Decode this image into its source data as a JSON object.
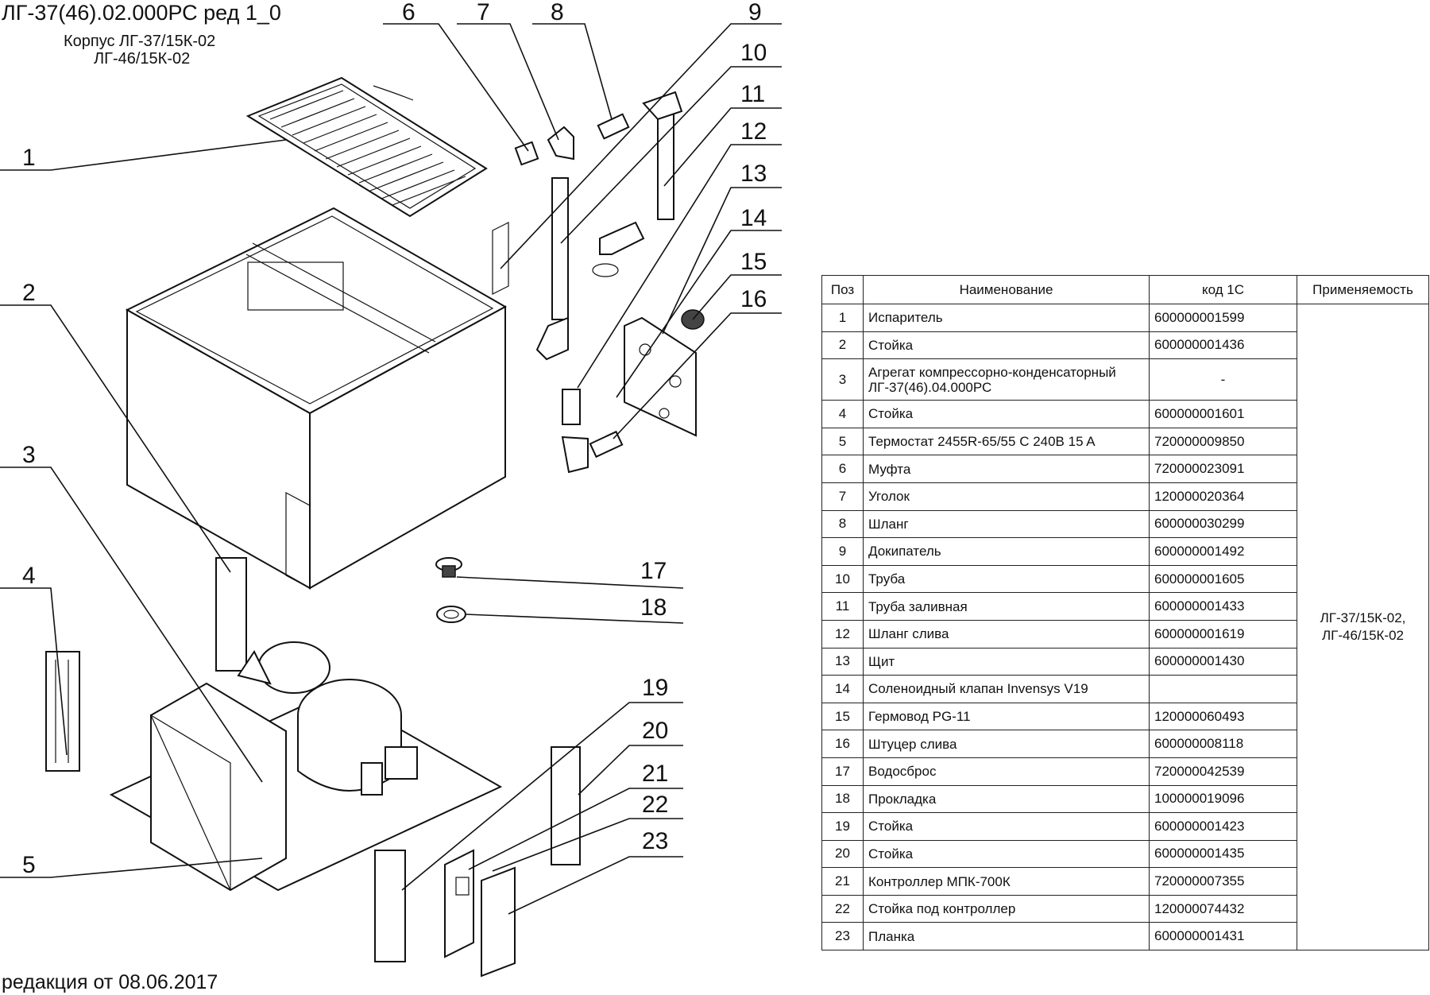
{
  "header": {
    "doc_code": "ЛГ-37(46).02.000РС ред 1_0",
    "subtitle_line1": "Корпус ЛГ-37/15К-02",
    "subtitle_line2": "ЛГ-46/15К-02"
  },
  "footer": {
    "revision": "редакция от 08.06.2017"
  },
  "callouts": [
    "1",
    "2",
    "3",
    "4",
    "5",
    "6",
    "7",
    "8",
    "9",
    "10",
    "11",
    "12",
    "13",
    "14",
    "15",
    "16",
    "17",
    "18",
    "19",
    "20",
    "21",
    "22",
    "23"
  ],
  "table": {
    "headers": [
      "Поз",
      "Наименование",
      "код 1С",
      "Применяемость"
    ],
    "applicability_line1": "ЛГ-37/15К-02,",
    "applicability_line2": "ЛГ-46/15К-02",
    "rows": [
      {
        "pos": "1",
        "name": "Испаритель",
        "code": "600000001599"
      },
      {
        "pos": "2",
        "name": "Стойка",
        "code": "600000001436"
      },
      {
        "pos": "3",
        "name": "Агрегат компрессорно-конденсаторный ЛГ-37(46).04.000РС",
        "code": "-"
      },
      {
        "pos": "4",
        "name": "Стойка",
        "code": "600000001601"
      },
      {
        "pos": "5",
        "name": "Термостат 2455R-65/55 C 240B 15 A",
        "code": "720000009850"
      },
      {
        "pos": "6",
        "name": "Муфта",
        "code": "720000023091"
      },
      {
        "pos": "7",
        "name": "Уголок",
        "code": "120000020364"
      },
      {
        "pos": "8",
        "name": "Шланг",
        "code": "600000030299"
      },
      {
        "pos": "9",
        "name": "Докипатель",
        "code": "600000001492"
      },
      {
        "pos": "10",
        "name": "Труба",
        "code": "600000001605"
      },
      {
        "pos": "11",
        "name": "Труба заливная",
        "code": "600000001433"
      },
      {
        "pos": "12",
        "name": "Шланг слива",
        "code": "600000001619"
      },
      {
        "pos": "13",
        "name": "Щит",
        "code": "600000001430"
      },
      {
        "pos": "14",
        "name": "Соленоидный клапан Invensys V19",
        "code": ""
      },
      {
        "pos": "15",
        "name": "Гермовод PG-11",
        "code": "120000060493"
      },
      {
        "pos": "16",
        "name": "Штуцер слива",
        "code": "600000008118"
      },
      {
        "pos": "17",
        "name": "Водосброс",
        "code": "720000042539"
      },
      {
        "pos": "18",
        "name": "Прокладка",
        "code": "100000019096"
      },
      {
        "pos": "19",
        "name": "Стойка",
        "code": "600000001423"
      },
      {
        "pos": "20",
        "name": "Стойка",
        "code": "600000001435"
      },
      {
        "pos": "21",
        "name": "Контроллер МПК-700К",
        "code": "720000007355"
      },
      {
        "pos": "22",
        "name": "Стойка под контроллер",
        "code": "120000074432"
      },
      {
        "pos": "23",
        "name": "Планка",
        "code": "600000001431"
      }
    ]
  }
}
